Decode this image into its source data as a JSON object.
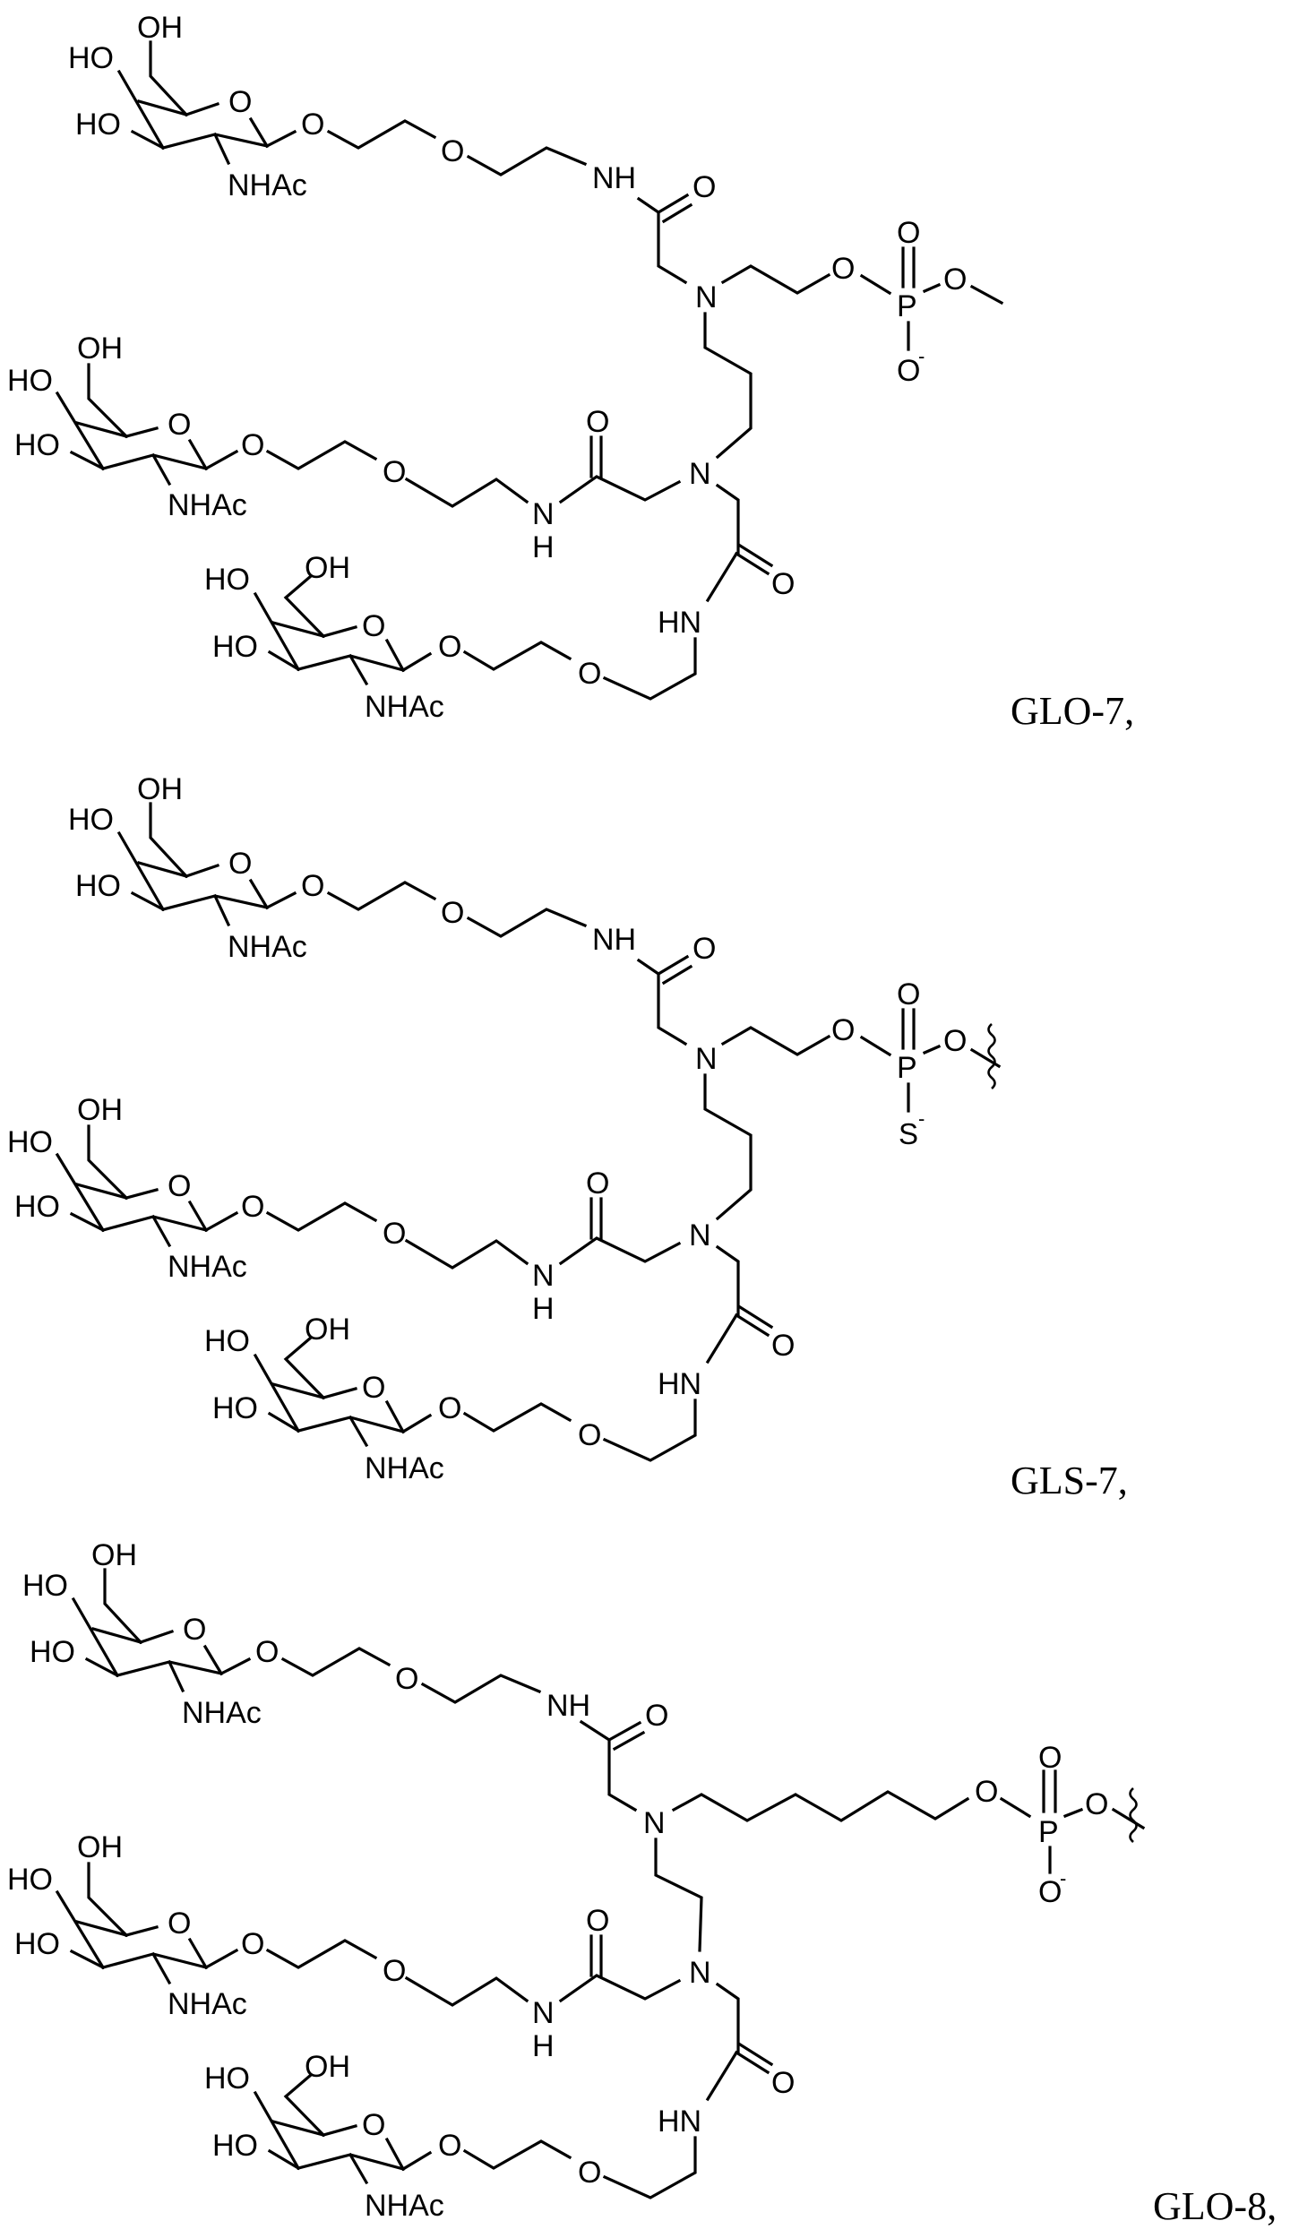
{
  "figure": {
    "type": "chemical-structures",
    "compounds": [
      {
        "label": "GLO-7,",
        "terminal_group": "OCH3",
        "phosphate_substituent": "O-",
        "core_linker": "propyl",
        "n_galnac_arms": 3
      },
      {
        "label": "GLS-7,",
        "terminal_group": "wavy-bond",
        "phosphate_substituent": "S-",
        "core_linker": "propyl",
        "n_galnac_arms": 3
      },
      {
        "label": "GLO-8,",
        "terminal_group": "wavy-bond",
        "phosphate_substituent": "O-",
        "core_linker": "ethyl",
        "phosphate_chain": "hexyl",
        "n_galnac_arms": 3
      }
    ]
  },
  "atoms": {
    "OH": "OH",
    "HO": "HO",
    "O": "O",
    "NHAc": "NHAc",
    "NH": "NH",
    "HN": "HN",
    "N": "N",
    "H": "H",
    "P": "P",
    "S": "S",
    "minus": "-"
  }
}
